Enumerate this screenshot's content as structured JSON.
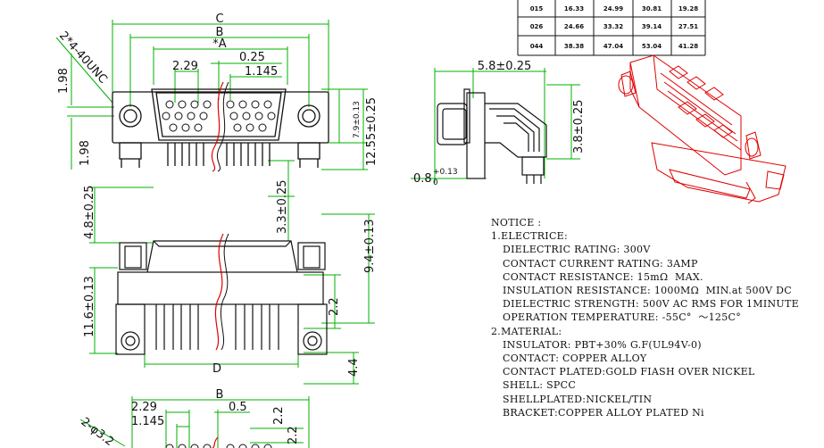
{
  "dim_table": {
    "rows": [
      [
        "015",
        "16.33",
        "24.99",
        "30.81",
        "19.28"
      ],
      [
        "026",
        "24.66",
        "33.32",
        "39.14",
        "27.51"
      ],
      [
        "044",
        "38.38",
        "47.04",
        "53.04",
        "41.28"
      ]
    ]
  },
  "top_view": {
    "C": "C",
    "B": "B",
    "A": "*A",
    "pitch_025": "0.25",
    "pitch_229": "2.29",
    "pitch_1145": "1.145",
    "hole_label": "2*4-40UNC",
    "d198_top": "1.98",
    "d198_bottom": "1.98",
    "d79": "7.9±0.13",
    "d1255": "12.55±0.25",
    "d33": "3.3±0.25"
  },
  "side_view": {
    "d58": "5.8±0.25",
    "d38": "3.8±0.25",
    "d08_main": "0.8",
    "d08_tol_plus": "+0.13",
    "d08_tol_minus": "0"
  },
  "front_view": {
    "d48": "4.8±0.25",
    "d94": "9.4±0.13",
    "d22": "2.2",
    "d116": "11.6±0.13",
    "d44": "4.4",
    "D": "D"
  },
  "bottom_view": {
    "B": "B",
    "d229": "2.29",
    "d1145": "1.145",
    "d05": "0.5",
    "d22a": "2.2",
    "d22b": "2.2",
    "hole": "2-φ3.2"
  },
  "notice": {
    "title": "NOTICE :",
    "sec1": "1.ELECTRICE:",
    "l1": "DIELECTRIC RATING: 300V",
    "l2": "CONTACT CURRENT RATING: 3AMP",
    "l3": "CONTACT RESISTANCE: 15mΩ  MAX.",
    "l4": "INSULATION RESISTANCE: 1000MΩ  MIN.at 500V DC",
    "l5": "DIELECTRIC STRENGTH: 500V AC RMS FOR 1MINUTE",
    "l6": "OPERATION TEMPERATURE: -55C°  ～125C°",
    "sec2": "2.MATERIAL:",
    "m1": "INSULATOR: PBT+30% G.F(UL94V-0)",
    "m2": "CONTACT: COPPER ALLOY",
    "m3": "CONTACT PLATED:GOLD FIASH OVER NICKEL",
    "m4": "SHELL: SPCC",
    "m5": "SHELLPLATED:NICKEL/TIN",
    "m6": "BRACKET:COPPER ALLOY PLATED Ni"
  },
  "colors": {
    "line": "#111111",
    "dimension": "#00b000",
    "cut": "#e00000",
    "iso": "#e00000"
  }
}
